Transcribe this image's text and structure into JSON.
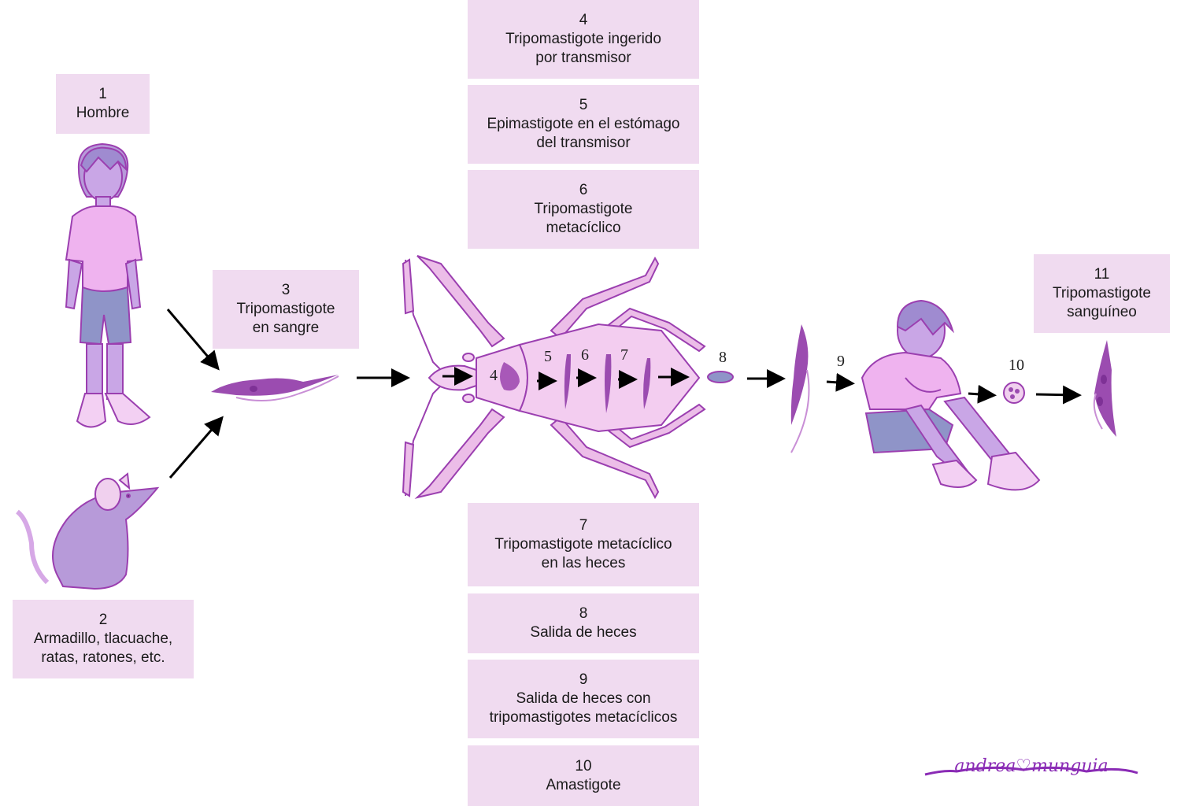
{
  "title": "Ciclo de vida de Trypanosoma cruzi",
  "colors": {
    "box_bg": "#f0dbf0",
    "outline": "#9b3fb0",
    "skin": "#c9a6e6",
    "shirt": "#efb3ef",
    "shorts": "#8f94c8",
    "parasite": "#9b4cb0",
    "bug_body": "#f3cdf0",
    "arrow": "#000000",
    "signature": "#8a2bb5"
  },
  "labels": [
    {
      "num": "1",
      "lines": [
        "Hombre"
      ]
    },
    {
      "num": "2",
      "lines": [
        "Armadillo, tlacuache,",
        "ratas, ratones, etc."
      ]
    },
    {
      "num": "3",
      "lines": [
        "Tripomastigote",
        "en sangre"
      ]
    },
    {
      "num": "4",
      "lines": [
        "Tripomastigote ingerido",
        "por transmisor"
      ]
    },
    {
      "num": "5",
      "lines": [
        "Epimastigote en el estómago",
        "del transmisor"
      ]
    },
    {
      "num": "6",
      "lines": [
        "Tripomastigote",
        "metacíclico"
      ]
    },
    {
      "num": "7",
      "lines": [
        "Tripomastigote metacíclico",
        "en las heces"
      ]
    },
    {
      "num": "8",
      "lines": [
        "Salida de heces"
      ]
    },
    {
      "num": "9",
      "lines": [
        "Salida de heces con",
        "tripomastigotes metacíclicos"
      ]
    },
    {
      "num": "10",
      "lines": [
        "Amastigote"
      ]
    },
    {
      "num": "11",
      "lines": [
        "Tripomastigote",
        "sanguíneo"
      ]
    }
  ],
  "stage_markers": [
    "4",
    "5",
    "6",
    "7",
    "8",
    "9",
    "10"
  ],
  "illustrations": [
    "standing-man",
    "mouse",
    "bloodstream-trypomastigote",
    "triatomine-bug",
    "feces",
    "metacyclic-trypomastigote",
    "sitting-boy",
    "amastigote",
    "blood-trypomastigote"
  ],
  "signature": "andrea♡munguia"
}
